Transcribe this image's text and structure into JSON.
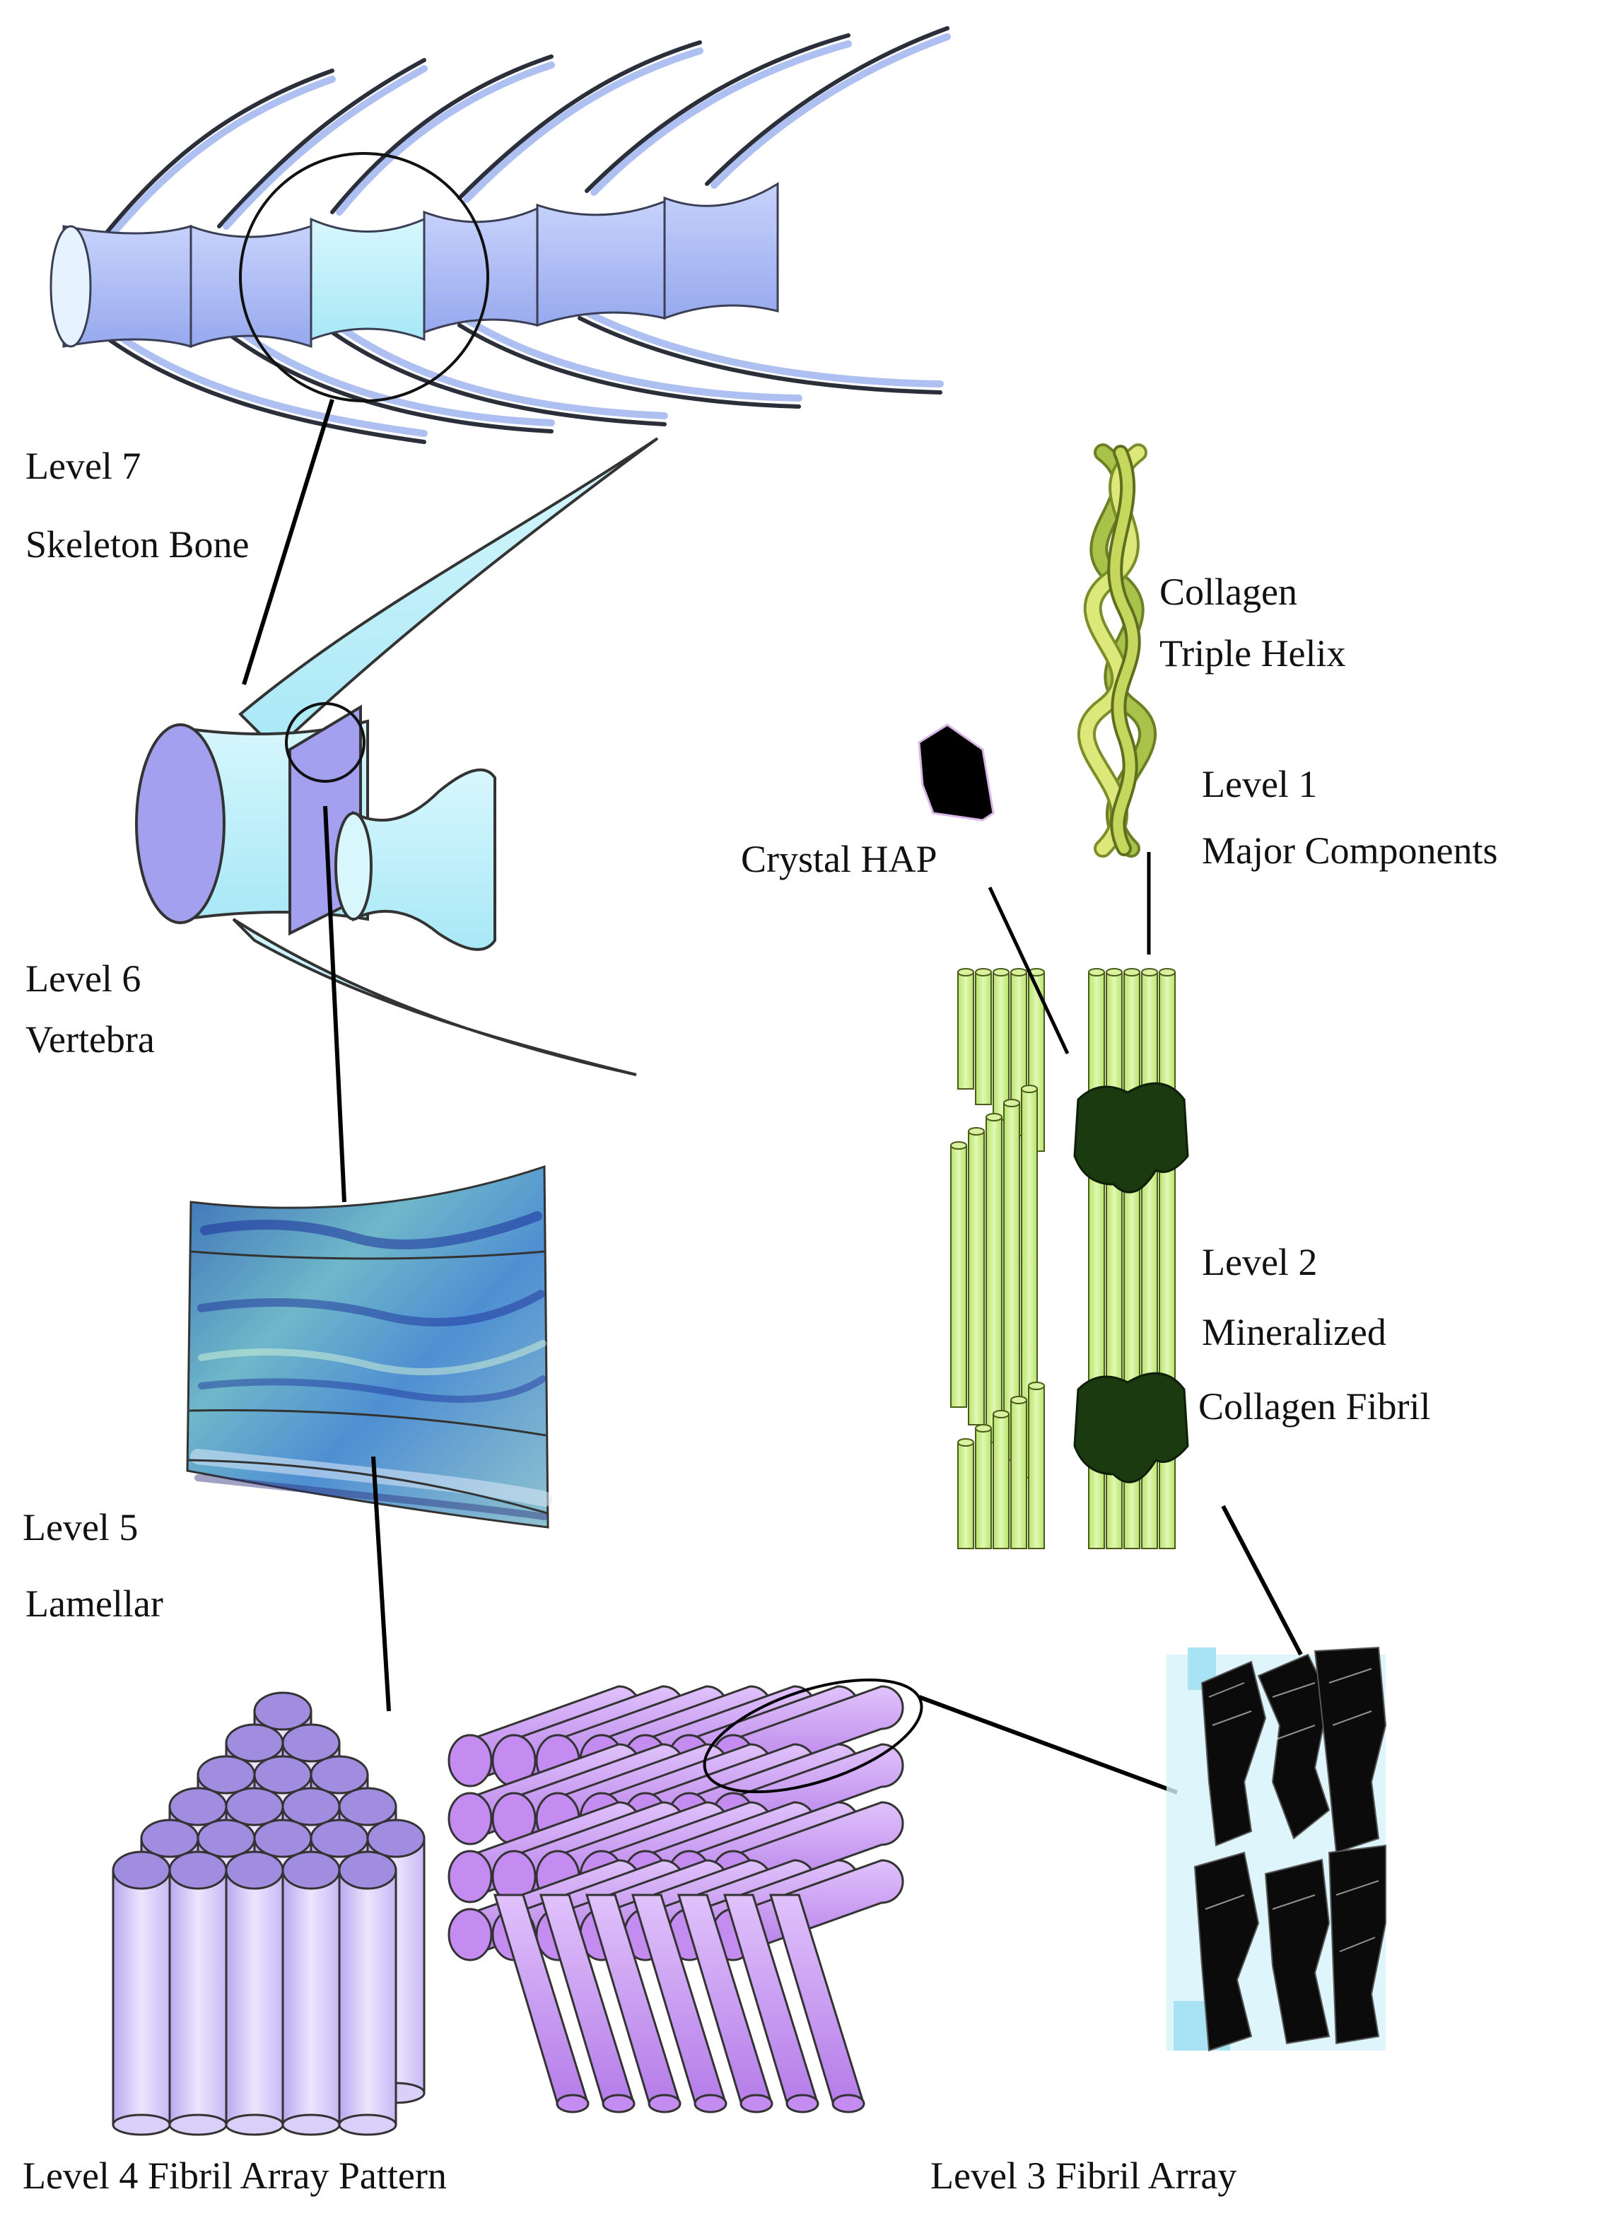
{
  "labels": {
    "level7": {
      "line1": "Level 7",
      "line2": "Skeleton Bone"
    },
    "level6": {
      "line1": "Level 6",
      "line2": "Vertebra"
    },
    "level5": {
      "line1": "Level 5",
      "line2": "Lamellar"
    },
    "level4": "Level 4  Fibril Array Pattern",
    "level3": "Level 3  Fibril Array",
    "level2": {
      "line1": "Level 2",
      "line2": "Mineralized",
      "line3": "Collagen Fibril"
    },
    "level1": {
      "line1": "Level 1",
      "line2": "Major Components"
    },
    "collagen": {
      "line1": "Collagen",
      "line2": "Triple Helix"
    },
    "crystal": "Crystal  HAP"
  },
  "colors": {
    "bone_blue": "#a7b8f2",
    "bone_cyan": "#bff0fa",
    "vertebra_purple": "#a3a0f0",
    "fibril_lavender": "#c9b8f5",
    "fibril_purple": "#c894ee",
    "fibril_green": "#c8ec88",
    "mineral_dark": "#1c3a0f",
    "crystal_black": "#000000"
  }
}
